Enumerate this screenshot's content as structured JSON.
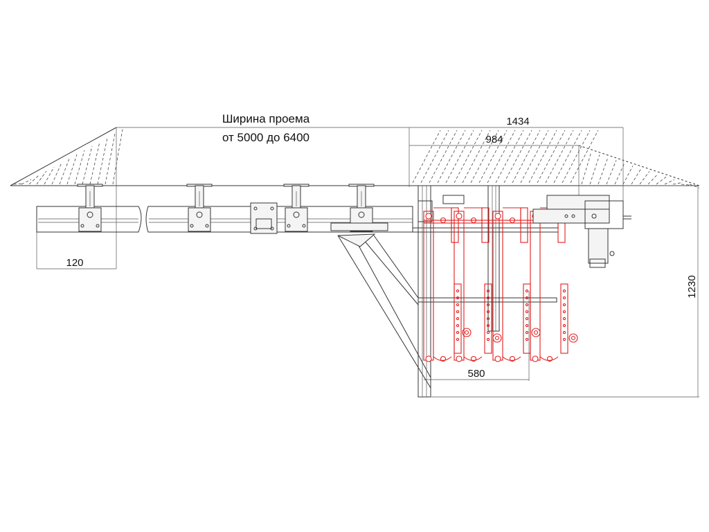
{
  "title": {
    "line1": "Ширина проема",
    "line2": "от 5000 до 6400"
  },
  "dimensions": {
    "overall_right": "1434",
    "inner_right": "984",
    "bracket_width": "120",
    "stack_width": "580",
    "height": "1230"
  },
  "colors": {
    "drawing": "#333333",
    "leaf_outline": "#e21c1c",
    "background": "#ffffff"
  }
}
